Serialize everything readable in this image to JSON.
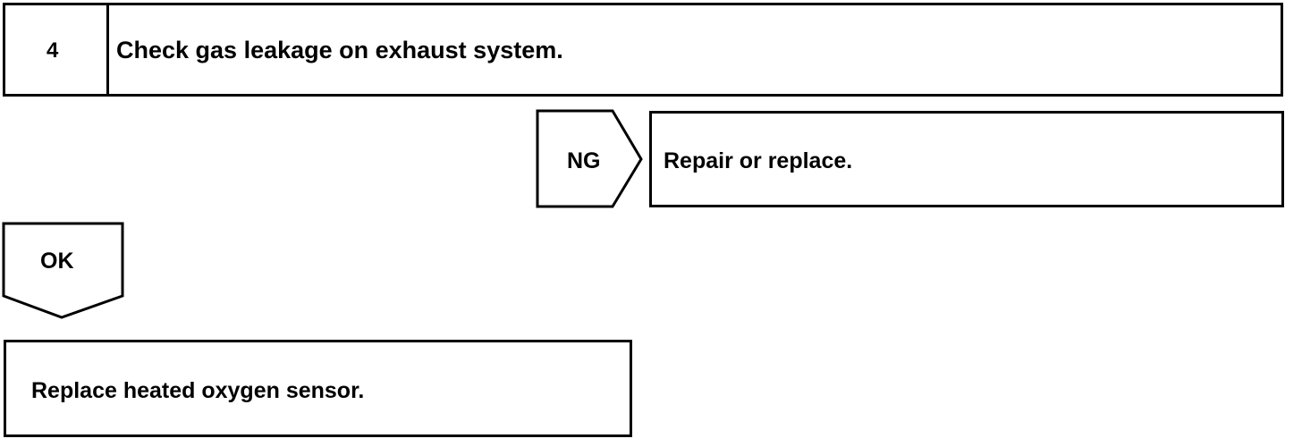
{
  "step": {
    "number": "4",
    "title": "Check gas leakage on exhaust system."
  },
  "ng_branch": {
    "label": "NG",
    "action": "Repair or replace."
  },
  "ok_branch": {
    "label": "OK",
    "action": "Replace heated oxygen sensor."
  },
  "colors": {
    "line": "#000000",
    "background": "#ffffff"
  }
}
